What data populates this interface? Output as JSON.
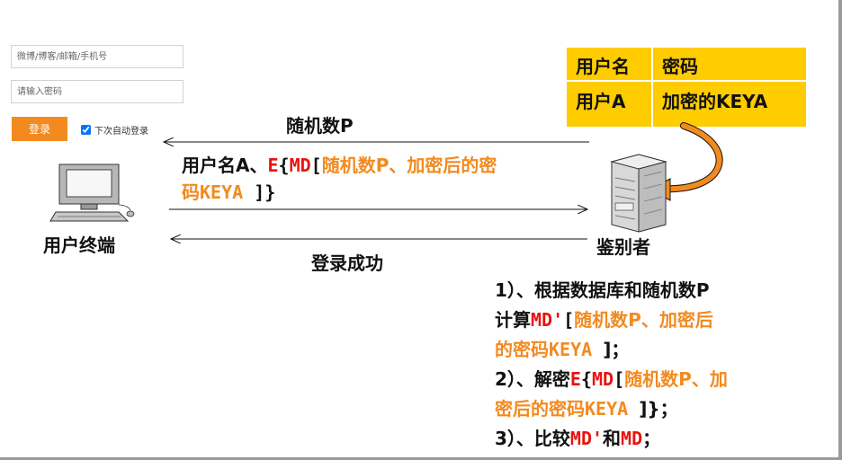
{
  "login": {
    "username_placeholder": "微博/博客/邮箱/手机号",
    "password_placeholder": "请输入密码",
    "login_button": "登录",
    "remember_label": "下次自动登录",
    "remember_checked": true
  },
  "table": {
    "headers": [
      "用户名",
      "密码"
    ],
    "row": [
      "用户A",
      "加密的KEYA"
    ]
  },
  "client_label": "用户终端",
  "server_label": "鉴别者",
  "messages": {
    "random": "随机数P",
    "request": {
      "prefix": "用户名A、",
      "e": "E",
      "brace_open": "{",
      "md": "MD",
      "bracket_open": "[",
      "args_line1": "随机数P、加密后的密",
      "args_line2": "码KEYA ",
      "close": "]}"
    },
    "success": "登录成功"
  },
  "steps": {
    "s1": {
      "num": "1",
      "text_a": "）、根据数据库和随机数P",
      "text_b": "计算",
      "md": "MD'",
      "bracket_open": "[",
      "args_a": "随机数P、加密后",
      "args_b": "的密码KEYA ",
      "close": "]；"
    },
    "s2": {
      "num": "2",
      "text_a": "）、解密",
      "e": "E",
      "brace_open": "{",
      "md": "MD",
      "bracket_open": "[",
      "args_a": "随机数P、加",
      "args_b": "密后的密码KEYA ",
      "close": "]}；"
    },
    "s3": {
      "num": "3",
      "text_a": "）、比较",
      "md_prime": "MD'",
      "and": "和",
      "md": "MD",
      "end": "；"
    }
  },
  "colors": {
    "orange": "#f38a1f",
    "red": "#e8130f",
    "table_bg": "#ffcc00"
  }
}
